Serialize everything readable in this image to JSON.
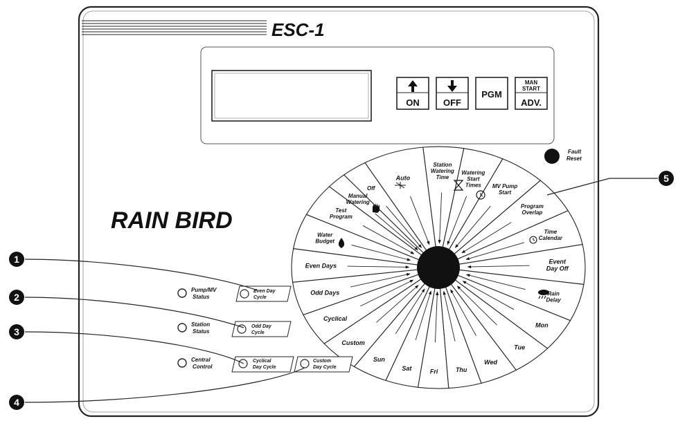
{
  "device": {
    "model": "ESC-1",
    "brand": "RAIN BIRD"
  },
  "buttons": {
    "on": "ON",
    "off": "OFF",
    "pgm": "PGM",
    "man_start_line1": "MAN",
    "man_start_line2": "START",
    "adv": "ADV."
  },
  "fault_reset": {
    "line1": "Fault",
    "line2": "Reset"
  },
  "status_lights": [
    {
      "line1": "Pump/MV",
      "line2": "Status"
    },
    {
      "line1": "Station",
      "line2": "Status"
    },
    {
      "line1": "Central",
      "line2": "Control"
    }
  ],
  "cycle_lights": [
    {
      "line1": "Even Day",
      "line2": "Cycle"
    },
    {
      "line1": "Odd Day",
      "line2": "Cycle"
    },
    {
      "line1": "Cyclical",
      "line2": "Day Cycle"
    },
    {
      "line1": "Custom",
      "line2": "Day Cycle"
    }
  ],
  "dial_labels": {
    "auto": "Auto",
    "station_watering_time": [
      "Station",
      "Watering",
      "Time"
    ],
    "watering_start_times": [
      "Watering",
      "Start",
      "Times"
    ],
    "mv_pump_start": [
      "MV Pump",
      "Start"
    ],
    "program_overlap": [
      "Program",
      "Overlap"
    ],
    "time_calendar": [
      "Time",
      "Calendar"
    ],
    "event_day_off": [
      "Event",
      "Day Off"
    ],
    "rain_delay": [
      "Rain",
      "Delay"
    ],
    "mon": "Mon",
    "tue": "Tue",
    "wed": "Wed",
    "thu": "Thu",
    "fri": "Fri",
    "sat": "Sat",
    "sun": "Sun",
    "custom": "Custom",
    "cyclical": "Cyclical",
    "odd_days": "Odd Days",
    "even_days": "Even Days",
    "water_budget": [
      "Water",
      "Budget"
    ],
    "test_program": [
      "Test",
      "Program"
    ],
    "manual_watering": [
      "Manual",
      "Watering"
    ],
    "off": "Off"
  },
  "callouts": [
    "1",
    "2",
    "3",
    "4",
    "5"
  ],
  "colors": {
    "ink": "#111111",
    "panel": "#ffffff",
    "bg": "#ffffff"
  }
}
